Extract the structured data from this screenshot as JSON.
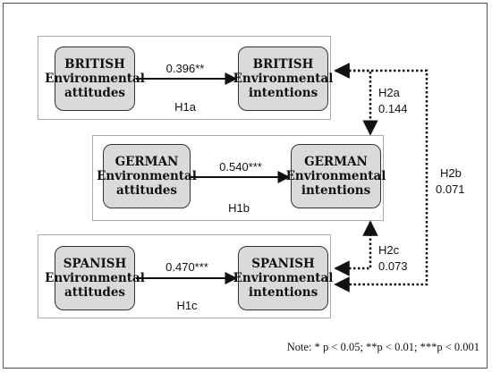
{
  "groups": [
    {
      "attitudes": {
        "line1": "BRITISH",
        "line2": "Environmental",
        "line3": "attitudes"
      },
      "intentions": {
        "line1": "BRITISH",
        "line2": "Environmental",
        "line3": "intentions"
      },
      "coef": "0.396**",
      "hypothesis": "H1a"
    },
    {
      "attitudes": {
        "line1": "GERMAN",
        "line2": "Environmental",
        "line3": "attitudes"
      },
      "intentions": {
        "line1": "GERMAN",
        "line2": "Environmental",
        "line3": "intentions"
      },
      "coef": "0.540***",
      "hypothesis": "H1b"
    },
    {
      "attitudes": {
        "line1": "SPANISH",
        "line2": "Environmental",
        "line3": "attitudes"
      },
      "intentions": {
        "line1": "SPANISH",
        "line2": "Environmental",
        "line3": "intentions"
      },
      "coef": "0.470***",
      "hypothesis": "H1c"
    }
  ],
  "comparisons": {
    "h2a": {
      "label": "H2a",
      "value": "0.144"
    },
    "h2b": {
      "label": "H2b",
      "value": "0.071"
    },
    "h2c": {
      "label": "H2c",
      "value": "0.073"
    }
  },
  "note": "Note: * p < 0.05; **p < 0.01; ***p < 0.001"
}
